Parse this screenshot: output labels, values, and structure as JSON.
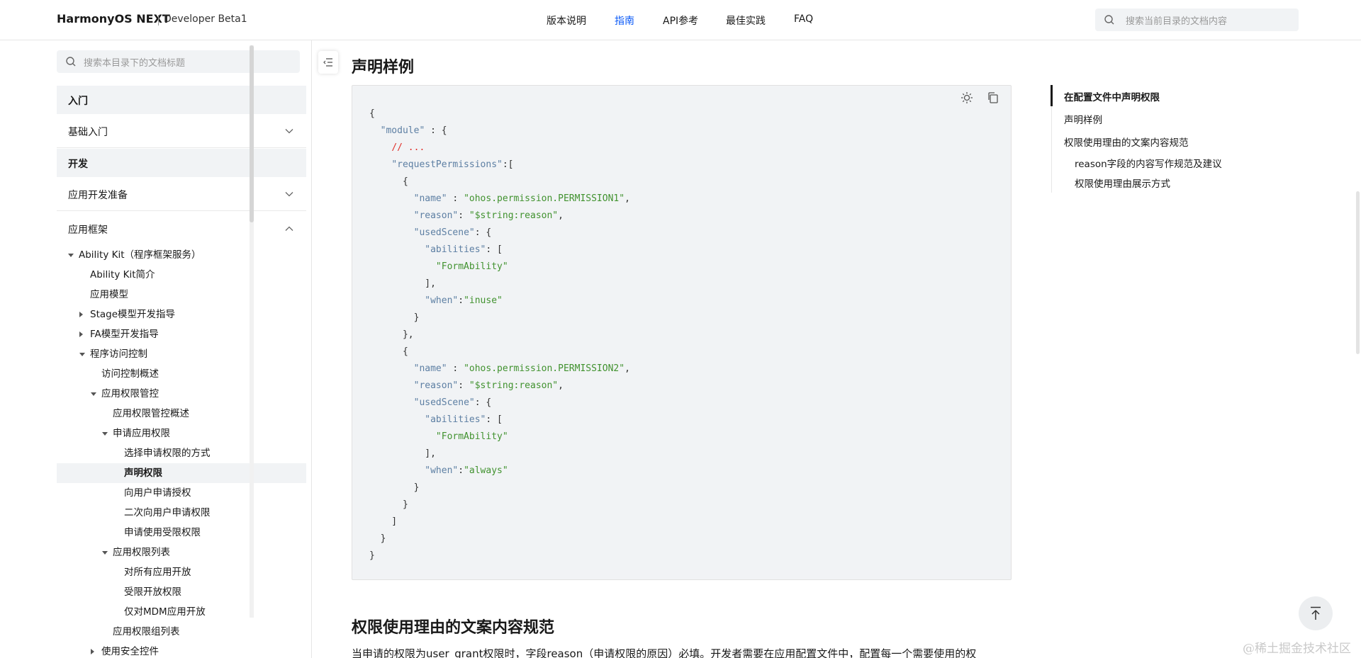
{
  "header": {
    "brand": "HarmonyOS NEXT",
    "brand_sub": "Developer Beta1",
    "nav": [
      {
        "label": "版本说明"
      },
      {
        "label": "指南"
      },
      {
        "label": "API参考"
      },
      {
        "label": "最佳实践"
      },
      {
        "label": "FAQ"
      }
    ],
    "active_nav": "指南",
    "search_placeholder": "搜索当前目录的文档内容"
  },
  "sidebar": {
    "search_placeholder": "搜索本目录下的文档标题",
    "sections": {
      "intro": "入门",
      "basic": "基础入门",
      "dev": "开发",
      "prep": "应用开发准备",
      "framework": "应用框架"
    },
    "tree": [
      {
        "label": "Ability Kit（程序框架服务）",
        "level": 1,
        "toggle": "expanded"
      },
      {
        "label": "Ability Kit简介",
        "level": 2,
        "toggle": "none"
      },
      {
        "label": "应用模型",
        "level": 2,
        "toggle": "none"
      },
      {
        "label": "Stage模型开发指导",
        "level": 2,
        "toggle": "collapsed"
      },
      {
        "label": "FA模型开发指导",
        "level": 2,
        "toggle": "collapsed"
      },
      {
        "label": "程序访问控制",
        "level": 2,
        "toggle": "expanded"
      },
      {
        "label": "访问控制概述",
        "level": 3,
        "toggle": "none"
      },
      {
        "label": "应用权限管控",
        "level": 3,
        "toggle": "expanded"
      },
      {
        "label": "应用权限管控概述",
        "level": 4,
        "toggle": "none"
      },
      {
        "label": "申请应用权限",
        "level": 4,
        "toggle": "expanded"
      },
      {
        "label": "选择申请权限的方式",
        "level": 5,
        "toggle": "none"
      },
      {
        "label": "声明权限",
        "level": 5,
        "toggle": "none",
        "selected": true
      },
      {
        "label": "向用户申请授权",
        "level": 5,
        "toggle": "none"
      },
      {
        "label": "二次向用户申请权限",
        "level": 5,
        "toggle": "none"
      },
      {
        "label": "申请使用受限权限",
        "level": 5,
        "toggle": "none"
      },
      {
        "label": "应用权限列表",
        "level": 4,
        "toggle": "expanded"
      },
      {
        "label": "对所有应用开放",
        "level": 5,
        "toggle": "none"
      },
      {
        "label": "受限开放权限",
        "level": 5,
        "toggle": "none"
      },
      {
        "label": "仅对MDM应用开放",
        "level": 5,
        "toggle": "none"
      },
      {
        "label": "应用权限组列表",
        "level": 4,
        "toggle": "none"
      },
      {
        "label": "使用安全控件",
        "level": 3,
        "toggle": "collapsed"
      }
    ]
  },
  "content": {
    "heading1": "声明样例",
    "heading2": "权限使用理由的文案内容规范",
    "paragraph": "当申请的权限为user_grant权限时，字段reason（申请权限的原因）必填。开发者需要在应用配置文件中，配置每一个需要使用的权",
    "code_lines": [
      [
        [
          "p",
          "{"
        ]
      ],
      [
        [
          "p",
          "  "
        ],
        [
          "k",
          "\"module\""
        ],
        [
          "p",
          " : {"
        ]
      ],
      [
        [
          "p",
          "    "
        ],
        [
          "c",
          "// ..."
        ]
      ],
      [
        [
          "p",
          "    "
        ],
        [
          "k",
          "\"requestPermissions\""
        ],
        [
          "p",
          ":["
        ]
      ],
      [
        [
          "p",
          "      {"
        ]
      ],
      [
        [
          "p",
          "        "
        ],
        [
          "k",
          "\"name\""
        ],
        [
          "p",
          " : "
        ],
        [
          "s",
          "\"ohos.permission.PERMISSION1\""
        ],
        [
          "p",
          ","
        ]
      ],
      [
        [
          "p",
          "        "
        ],
        [
          "k",
          "\"reason\""
        ],
        [
          "p",
          ": "
        ],
        [
          "s",
          "\"$string:reason\""
        ],
        [
          "p",
          ","
        ]
      ],
      [
        [
          "p",
          "        "
        ],
        [
          "k",
          "\"usedScene\""
        ],
        [
          "p",
          ": {"
        ]
      ],
      [
        [
          "p",
          "          "
        ],
        [
          "k",
          "\"abilities\""
        ],
        [
          "p",
          ": ["
        ]
      ],
      [
        [
          "p",
          "            "
        ],
        [
          "s",
          "\"FormAbility\""
        ]
      ],
      [
        [
          "p",
          "          ],"
        ]
      ],
      [
        [
          "p",
          "          "
        ],
        [
          "k",
          "\"when\""
        ],
        [
          "p",
          ":"
        ],
        [
          "s",
          "\"inuse\""
        ]
      ],
      [
        [
          "p",
          "        }"
        ]
      ],
      [
        [
          "p",
          "      },"
        ]
      ],
      [
        [
          "p",
          "      {"
        ]
      ],
      [
        [
          "p",
          "        "
        ],
        [
          "k",
          "\"name\""
        ],
        [
          "p",
          " : "
        ],
        [
          "s",
          "\"ohos.permission.PERMISSION2\""
        ],
        [
          "p",
          ","
        ]
      ],
      [
        [
          "p",
          "        "
        ],
        [
          "k",
          "\"reason\""
        ],
        [
          "p",
          ": "
        ],
        [
          "s",
          "\"$string:reason\""
        ],
        [
          "p",
          ","
        ]
      ],
      [
        [
          "p",
          "        "
        ],
        [
          "k",
          "\"usedScene\""
        ],
        [
          "p",
          ": {"
        ]
      ],
      [
        [
          "p",
          "          "
        ],
        [
          "k",
          "\"abilities\""
        ],
        [
          "p",
          ": ["
        ]
      ],
      [
        [
          "p",
          "            "
        ],
        [
          "s",
          "\"FormAbility\""
        ]
      ],
      [
        [
          "p",
          "          ],"
        ]
      ],
      [
        [
          "p",
          "          "
        ],
        [
          "k",
          "\"when\""
        ],
        [
          "p",
          ":"
        ],
        [
          "s",
          "\"always\""
        ]
      ],
      [
        [
          "p",
          "        }"
        ]
      ],
      [
        [
          "p",
          "      }"
        ]
      ],
      [
        [
          "p",
          "    ]"
        ]
      ],
      [
        [
          "p",
          "  }"
        ]
      ],
      [
        [
          "p",
          "}"
        ]
      ]
    ]
  },
  "toc": [
    {
      "label": "在配置文件中声明权限",
      "level": 1,
      "active": true
    },
    {
      "label": "声明样例",
      "level": 1
    },
    {
      "label": "权限使用理由的文案内容规范",
      "level": 1
    },
    {
      "label": "reason字段的内容写作规范及建议",
      "level": 2
    },
    {
      "label": "权限使用理由展示方式",
      "level": 2
    }
  ],
  "watermark": "@稀土掘金技术社区",
  "icons": [
    "search-icon",
    "chevron-down-icon",
    "chevron-up-icon",
    "sidebar-toggle-icon",
    "theme-icon",
    "copy-icon",
    "back-to-top-icon"
  ],
  "colors": {
    "accent": "#0a59f7",
    "code_key": "#5d7fa3",
    "code_string": "#41922f",
    "code_comment": "#e0312c"
  }
}
